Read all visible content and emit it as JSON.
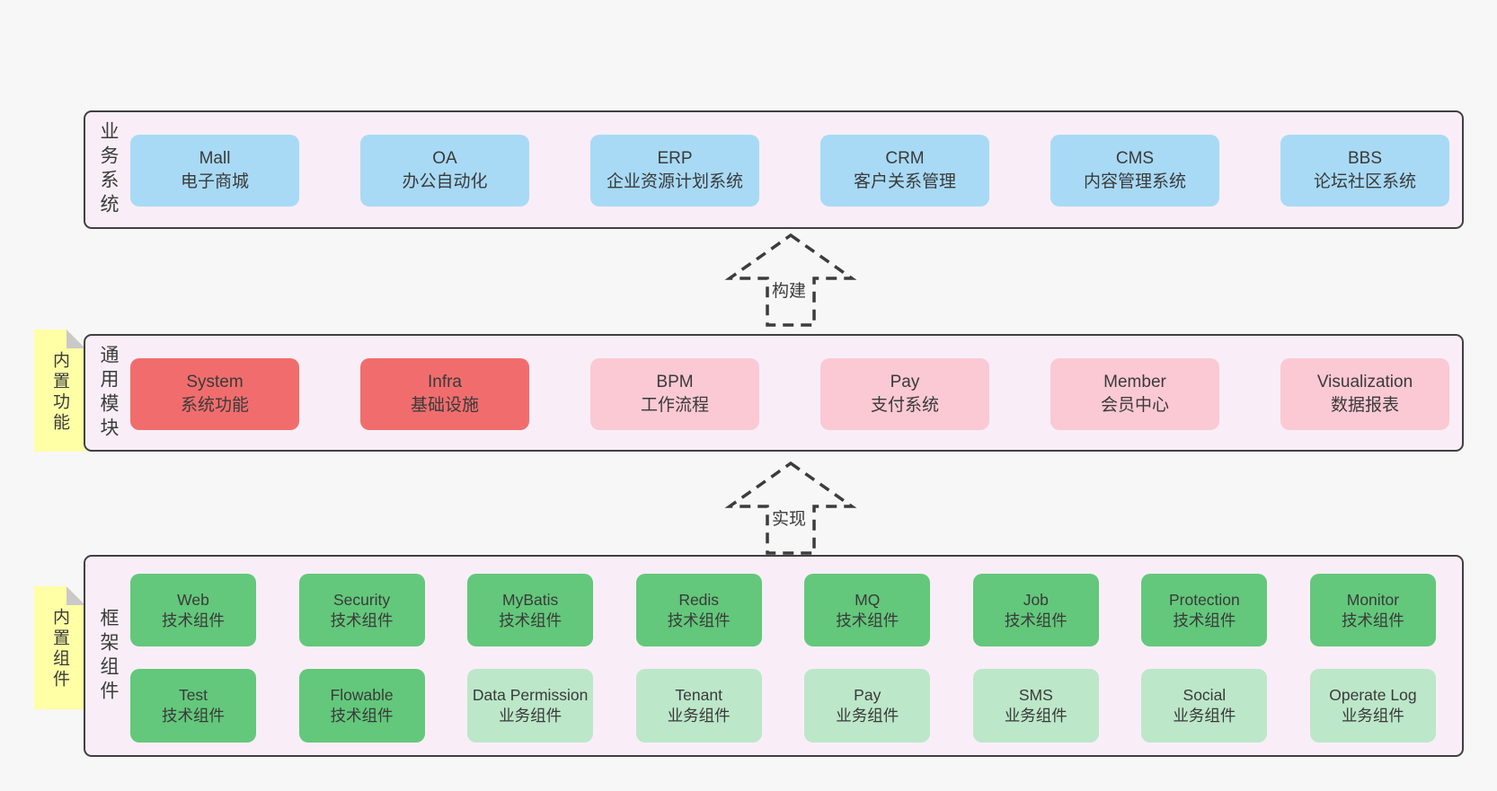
{
  "colors": {
    "page_bg": "#f7f7f7",
    "layer_bg": "#f9eef7",
    "layer_border": "#404040",
    "blue": "#a8daf5",
    "red": "#f16d6d",
    "pink": "#fbc9d3",
    "green": "#63c87b",
    "light_green": "#bce7c9",
    "note_bg": "#ffffa6",
    "note_fold": "#c9c9c9",
    "text": "#3b3b3b"
  },
  "layers": {
    "business": {
      "label": "业务系统",
      "boxes": [
        {
          "title": "Mall",
          "subtitle": "电子商城",
          "variant": "blue"
        },
        {
          "title": "OA",
          "subtitle": "办公自动化",
          "variant": "blue"
        },
        {
          "title": "ERP",
          "subtitle": "企业资源计划系统",
          "variant": "blue"
        },
        {
          "title": "CRM",
          "subtitle": "客户关系管理",
          "variant": "blue"
        },
        {
          "title": "CMS",
          "subtitle": "内容管理系统",
          "variant": "blue"
        },
        {
          "title": "BBS",
          "subtitle": "论坛社区系统",
          "variant": "blue"
        }
      ]
    },
    "modules": {
      "label": "通用模块",
      "note": "内置功能",
      "boxes": [
        {
          "title": "System",
          "subtitle": "系统功能",
          "variant": "red"
        },
        {
          "title": "Infra",
          "subtitle": "基础设施",
          "variant": "red"
        },
        {
          "title": "BPM",
          "subtitle": "工作流程",
          "variant": "pink"
        },
        {
          "title": "Pay",
          "subtitle": "支付系统",
          "variant": "pink"
        },
        {
          "title": "Member",
          "subtitle": "会员中心",
          "variant": "pink"
        },
        {
          "title": "Visualization",
          "subtitle": "数据报表",
          "variant": "pink"
        }
      ]
    },
    "components": {
      "label": "框架组件",
      "note": "内置组件",
      "row1": [
        {
          "title": "Web",
          "subtitle": "技术组件",
          "variant": "green"
        },
        {
          "title": "Security",
          "subtitle": "技术组件",
          "variant": "green"
        },
        {
          "title": "MyBatis",
          "subtitle": "技术组件",
          "variant": "green"
        },
        {
          "title": "Redis",
          "subtitle": "技术组件",
          "variant": "green"
        },
        {
          "title": "MQ",
          "subtitle": "技术组件",
          "variant": "green"
        },
        {
          "title": "Job",
          "subtitle": "技术组件",
          "variant": "green"
        },
        {
          "title": "Protection",
          "subtitle": "技术组件",
          "variant": "green"
        },
        {
          "title": "Monitor",
          "subtitle": "技术组件",
          "variant": "green"
        }
      ],
      "row2": [
        {
          "title": "Test",
          "subtitle": "技术组件",
          "variant": "green"
        },
        {
          "title": "Flowable",
          "subtitle": "技术组件",
          "variant": "green"
        },
        {
          "title": "Data Permission",
          "subtitle": "业务组件",
          "variant": "light-green"
        },
        {
          "title": "Tenant",
          "subtitle": "业务组件",
          "variant": "light-green"
        },
        {
          "title": "Pay",
          "subtitle": "业务组件",
          "variant": "light-green"
        },
        {
          "title": "SMS",
          "subtitle": "业务组件",
          "variant": "light-green"
        },
        {
          "title": "Social",
          "subtitle": "业务组件",
          "variant": "light-green"
        },
        {
          "title": "Operate Log",
          "subtitle": "业务组件",
          "variant": "light-green"
        }
      ]
    }
  },
  "arrows": {
    "build": "构建",
    "implement": "实现"
  }
}
